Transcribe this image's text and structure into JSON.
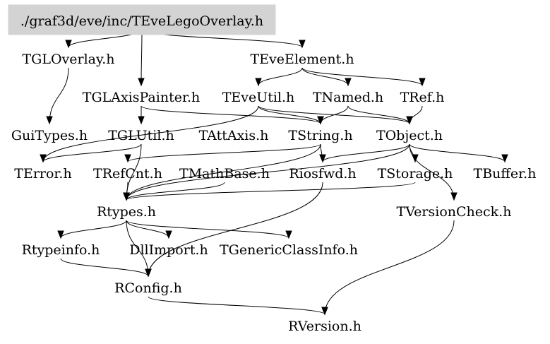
{
  "graph": {
    "root": "./graf3d/eve/inc/TEveLegoOverlay.h",
    "colors": {
      "root_fill": "#d3d3d3",
      "text": "#000000",
      "edge": "#000000",
      "background": "#ffffff"
    },
    "nodes": [
      {
        "id": "root",
        "label": "./graf3d/eve/inc/TEveLegoOverlay.h"
      },
      {
        "id": "tgloverlay",
        "label": "TGLOverlay.h"
      },
      {
        "id": "teveelement",
        "label": "TEveElement.h"
      },
      {
        "id": "tglaxispainter",
        "label": "TGLAxisPainter.h"
      },
      {
        "id": "teveutil",
        "label": "TEveUtil.h"
      },
      {
        "id": "tnamed",
        "label": "TNamed.h"
      },
      {
        "id": "tref",
        "label": "TRef.h"
      },
      {
        "id": "guitypes",
        "label": "GuiTypes.h"
      },
      {
        "id": "tglutil",
        "label": "TGLUtil.h"
      },
      {
        "id": "tattaxis",
        "label": "TAttAxis.h"
      },
      {
        "id": "tstring",
        "label": "TString.h"
      },
      {
        "id": "tobject",
        "label": "TObject.h"
      },
      {
        "id": "terror",
        "label": "TError.h"
      },
      {
        "id": "trefcnt",
        "label": "TRefCnt.h"
      },
      {
        "id": "tmathbase",
        "label": "TMathBase.h"
      },
      {
        "id": "riosfwd",
        "label": "Riosfwd.h"
      },
      {
        "id": "tstorage",
        "label": "TStorage.h"
      },
      {
        "id": "tbuffer",
        "label": "TBuffer.h"
      },
      {
        "id": "rtypes",
        "label": "Rtypes.h"
      },
      {
        "id": "tversioncheck",
        "label": "TVersionCheck.h"
      },
      {
        "id": "rtypeinfo",
        "label": "Rtypeinfo.h"
      },
      {
        "id": "dllimport",
        "label": "DllImport.h"
      },
      {
        "id": "tgenericclassinfo",
        "label": "TGenericClassInfo.h"
      },
      {
        "id": "rconfig",
        "label": "RConfig.h"
      },
      {
        "id": "rversion",
        "label": "RVersion.h"
      }
    ],
    "edges": [
      {
        "from": "root",
        "to": "tgloverlay"
      },
      {
        "from": "root",
        "to": "teveelement"
      },
      {
        "from": "root",
        "to": "tglaxispainter"
      },
      {
        "from": "tgloverlay",
        "to": "guitypes"
      },
      {
        "from": "teveelement",
        "to": "teveutil"
      },
      {
        "from": "teveelement",
        "to": "tnamed"
      },
      {
        "from": "teveelement",
        "to": "tref"
      },
      {
        "from": "tglaxispainter",
        "to": "tglutil"
      },
      {
        "from": "tglaxispainter",
        "to": "tstring"
      },
      {
        "from": "teveutil",
        "to": "tstring"
      },
      {
        "from": "teveutil",
        "to": "tobject"
      },
      {
        "from": "teveutil",
        "to": "terror"
      },
      {
        "from": "tnamed",
        "to": "tstring"
      },
      {
        "from": "tnamed",
        "to": "tobject"
      },
      {
        "from": "tref",
        "to": "tobject"
      },
      {
        "from": "tglutil",
        "to": "terror"
      },
      {
        "from": "tglutil",
        "to": "rtypes"
      },
      {
        "from": "tstring",
        "to": "trefcnt"
      },
      {
        "from": "tstring",
        "to": "riosfwd"
      },
      {
        "from": "tstring",
        "to": "rtypes"
      },
      {
        "from": "tobject",
        "to": "riosfwd"
      },
      {
        "from": "tobject",
        "to": "tstorage"
      },
      {
        "from": "tobject",
        "to": "tbuffer"
      },
      {
        "from": "tobject",
        "to": "tversioncheck"
      },
      {
        "from": "tobject",
        "to": "rtypes"
      },
      {
        "from": "trefcnt",
        "to": "rtypes"
      },
      {
        "from": "tmathbase",
        "to": "rtypes"
      },
      {
        "from": "tstorage",
        "to": "rtypes"
      },
      {
        "from": "rtypes",
        "to": "rtypeinfo"
      },
      {
        "from": "rtypes",
        "to": "dllimport"
      },
      {
        "from": "rtypes",
        "to": "tgenericclassinfo"
      },
      {
        "from": "rtypes",
        "to": "rconfig"
      },
      {
        "from": "rtypeinfo",
        "to": "rconfig"
      },
      {
        "from": "riosfwd",
        "to": "rconfig"
      },
      {
        "from": "tversioncheck",
        "to": "rversion"
      },
      {
        "from": "rconfig",
        "to": "rversion"
      }
    ]
  }
}
